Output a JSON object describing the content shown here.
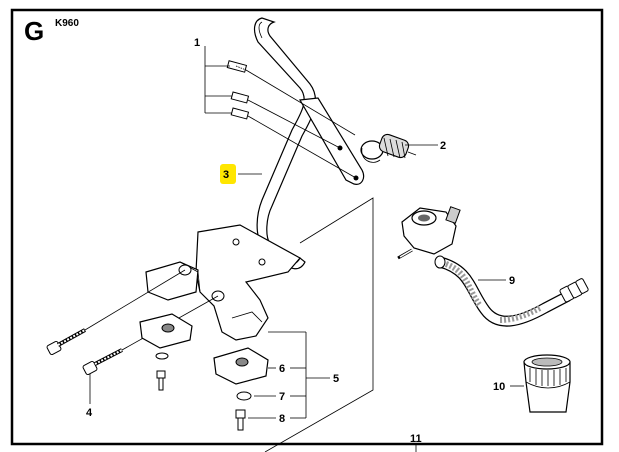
{
  "page": {
    "section_letter": "G",
    "model": "K960"
  },
  "colors": {
    "highlight": "#ffe600",
    "ink": "#000000",
    "part_fill": "#ffffff",
    "shade": "#bdbdbd",
    "dark_shade": "#8a8a8a"
  },
  "parts": [
    {
      "number": "1",
      "icon": "screw-group"
    },
    {
      "number": "2",
      "icon": "spring-clamp"
    },
    {
      "number": "3",
      "icon": "front-handle",
      "highlighted": true
    },
    {
      "number": "4",
      "icon": "long-screw"
    },
    {
      "number": "5",
      "icon": "damper-kit"
    },
    {
      "number": "6",
      "icon": "rubber-damper"
    },
    {
      "number": "7",
      "icon": "washer"
    },
    {
      "number": "8",
      "icon": "screw"
    },
    {
      "number": "9",
      "icon": "water-hose"
    },
    {
      "number": "10",
      "icon": "hose-coupling"
    },
    {
      "number": "11",
      "icon": "group-reference"
    }
  ]
}
